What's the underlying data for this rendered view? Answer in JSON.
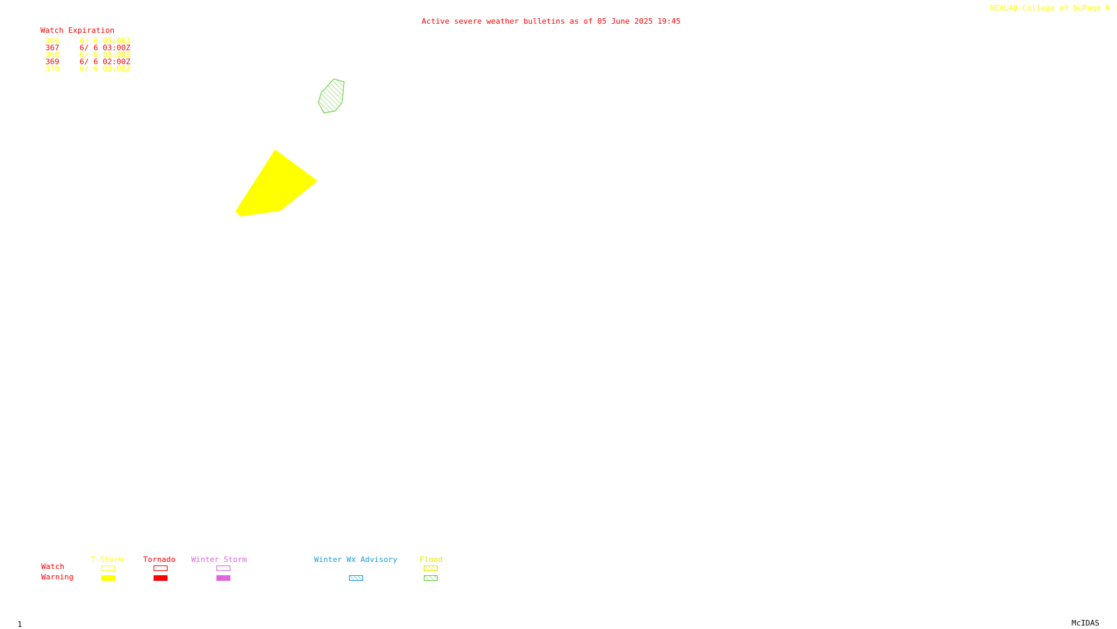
{
  "header": {
    "title": "Active severe weather bulletins as of 05 June 2025 19:45",
    "credit": "NEXLAB-College of DuPage R"
  },
  "watch_expiration": {
    "heading": "Watch Expiration",
    "rows": [
      {
        "id": "366",
        "expires": "6/ 6 03:00Z",
        "color": "#ffff00"
      },
      {
        "id": "367",
        "expires": "6/ 6 03:00Z",
        "color": "#ff0000"
      },
      {
        "id": "368",
        "expires": "6/ 6 03:00Z",
        "color": "#ffff00"
      },
      {
        "id": "369",
        "expires": "6/ 6 02:00Z",
        "color": "#ff0000"
      },
      {
        "id": "370",
        "expires": "6/ 6 03:00Z",
        "color": "#ffff00"
      }
    ]
  },
  "map": {
    "polygons": [
      {
        "type": "T-Storm Warning",
        "fill": "solid",
        "color": "#ffff00"
      },
      {
        "type": "Flood Warning",
        "fill": "hatched",
        "color": "#66cc33"
      }
    ]
  },
  "legend": {
    "row_labels": {
      "watch": "Watch",
      "warning": "Warning"
    },
    "categories": [
      {
        "label": "T-Storm",
        "color": "#ffff00",
        "watch": "outline",
        "warning": "solid"
      },
      {
        "label": "Tornado",
        "color": "#ff0000",
        "watch": "outline",
        "warning": "solid"
      },
      {
        "label": "Winter Storm",
        "color": "#dd66dd",
        "watch": "outline",
        "warning": "solid"
      },
      {
        "label": "Winter Wx Advisory",
        "color": "#1e9be0",
        "watch": "none",
        "warning": "hatched"
      },
      {
        "label": "Flood",
        "color": "#e6e600",
        "watch": "hatched",
        "warning": "hatched",
        "warning_color": "#66cc33"
      }
    ]
  },
  "footer": {
    "frame_number": "1",
    "software": "McIDAS"
  },
  "colors": {
    "title": "#ff0000",
    "credit": "#ffff00",
    "heading": "#ff0000",
    "footer": "#000000"
  }
}
